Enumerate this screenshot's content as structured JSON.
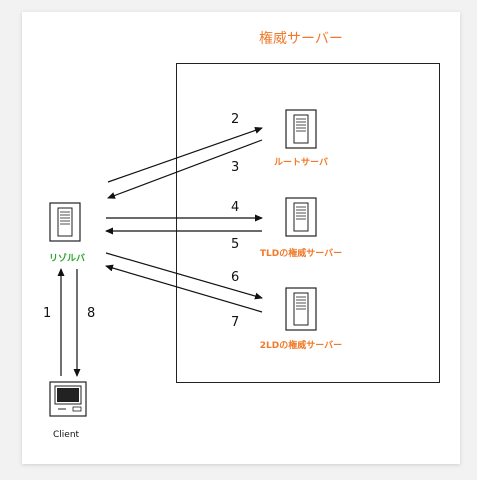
{
  "diagram": {
    "title": "権威サーバー",
    "nodes": {
      "root_server": {
        "label": "ルートサーバ",
        "icon": "server-icon"
      },
      "tld_server": {
        "label": "TLDの権威サーバー",
        "icon": "server-icon"
      },
      "sld_server": {
        "label": "2LDの権威サーバー",
        "icon": "server-icon"
      },
      "resolver": {
        "label": "リゾルバ",
        "icon": "server-icon"
      },
      "client": {
        "label": "Client",
        "icon": "computer-icon"
      }
    },
    "steps": {
      "s1": "1",
      "s2": "2",
      "s3": "3",
      "s4": "4",
      "s5": "5",
      "s6": "6",
      "s7": "7",
      "s8": "8"
    },
    "colors": {
      "authority": "#f07a2a",
      "resolver": "#2aa52a",
      "line": "#111111"
    }
  }
}
